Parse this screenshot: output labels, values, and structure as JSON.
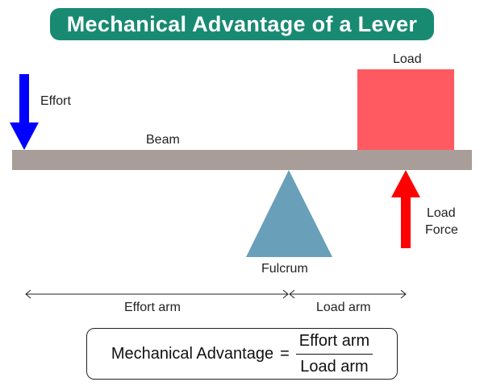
{
  "title": "Mechanical Advantage of a Lever",
  "labels": {
    "effort": "Effort",
    "beam": "Beam",
    "load": "Load",
    "load_force_line1": "Load",
    "load_force_line2": "Force",
    "fulcrum": "Fulcrum",
    "effort_arm": "Effort arm",
    "load_arm": "Load arm"
  },
  "formula": {
    "lhs": "Mechanical Advantage",
    "equals": "=",
    "numerator": "Effort arm",
    "denominator": "Load arm"
  },
  "colors": {
    "title_bg": "#198a72",
    "beam": "#a89d98",
    "load_box": "#ff5a62",
    "effort_arrow": "#0000ff",
    "load_force_arrow": "#ff0000",
    "fulcrum": "#6a9fba"
  },
  "icons": {
    "effort": "down-arrow-icon",
    "load_force": "up-arrow-icon"
  }
}
